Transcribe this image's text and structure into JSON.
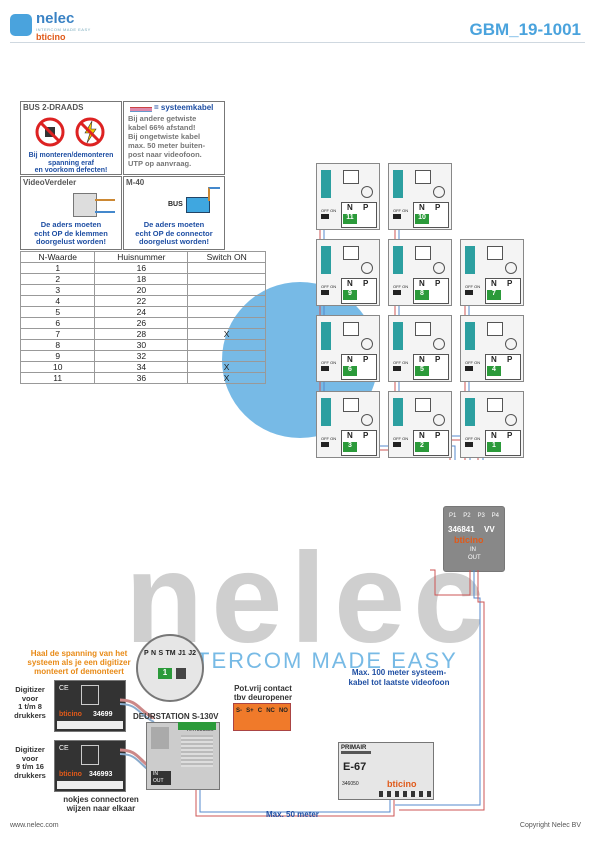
{
  "header": {
    "brand": "nelec",
    "tagline": "INTERCOM MADE EASY",
    "partner": "bticino",
    "doc_id": "GBM_19-1001"
  },
  "info_boxes": {
    "bus": {
      "title": "BUS 2-DRAADS",
      "warning": [
        "Bij monteren/demonteren",
        "spanning eraf",
        "en voorkom defecten!"
      ]
    },
    "system_cable": {
      "legend": "= systeemkabel",
      "lines": [
        "Bij andere getwiste",
        "kabel 66% afstand!",
        "Bij ongetwiste kabel",
        "max. 50 meter buiten-",
        "post naar videofoon.",
        "UTP op aanvraag."
      ]
    },
    "videoverdeler": {
      "title": "VideoVerdeler",
      "note": [
        "De aders moeten",
        "echt OP de klemmen",
        "doorgelust worden!"
      ]
    },
    "m40": {
      "title": "M-40",
      "bus_label": "BUS",
      "note": [
        "De aders moeten",
        "echt OP de connector",
        "doorgelust worden!"
      ]
    }
  },
  "table": {
    "headers": [
      "N-Waarde",
      "Huisnummer",
      "Switch ON"
    ],
    "rows": [
      [
        "1",
        "16",
        ""
      ],
      [
        "2",
        "18",
        ""
      ],
      [
        "3",
        "20",
        ""
      ],
      [
        "4",
        "22",
        ""
      ],
      [
        "5",
        "24",
        ""
      ],
      [
        "6",
        "26",
        ""
      ],
      [
        "7",
        "28",
        "X"
      ],
      [
        "8",
        "30",
        ""
      ],
      [
        "9",
        "32",
        ""
      ],
      [
        "10",
        "34",
        "X"
      ],
      [
        "11",
        "36",
        "X"
      ]
    ]
  },
  "videofoons": {
    "n_label": "N",
    "p_label": "P",
    "off_on": "OFF ON",
    "values": [
      "11",
      "10",
      "9",
      "8",
      "7",
      "6",
      "5",
      "4",
      "3",
      "2",
      "1"
    ]
  },
  "distributor": {
    "ports": [
      "P1",
      "P2",
      "P3",
      "P4"
    ],
    "part": "346841",
    "vv": "VV",
    "brand": "bticino",
    "in": "IN",
    "out": "OUT"
  },
  "watermark": {
    "word": "nelec",
    "tag": "INTERCOM MADE EASY"
  },
  "door_station": {
    "zoom_labels": [
      "P",
      "N",
      "S",
      "TM",
      "J1",
      "J2"
    ],
    "zoom_value": "1",
    "power_note": [
      "Haal de spanning van het",
      "systeem als je een digitizer",
      "monteert of demonteert"
    ],
    "title": "DEURSTATION S-130V",
    "art": "ART351580",
    "digitizer1": {
      "label": [
        "Digitizer",
        "voor",
        "1 t/m 8",
        "drukkers"
      ],
      "part": "34699"
    },
    "digitizer2": {
      "label": [
        "Digitizer",
        "voor",
        "9 t/m 16",
        "drukkers"
      ],
      "part": "346993"
    },
    "notch_note": [
      "nokjes connectoren",
      "wijzen naar elkaar"
    ],
    "in": "IN",
    "out": "OUT"
  },
  "relay": {
    "label": [
      "Pot.vrij contact",
      "tbv deuropener"
    ],
    "terminals": [
      "S-",
      "S+",
      "C",
      "NC",
      "NO"
    ]
  },
  "power_supply": {
    "primair": "PRIMAIR",
    "model": "E-67",
    "part": "346050",
    "brand": "bticino"
  },
  "annotations": {
    "max100": [
      "Max. 100 meter systeem-",
      "kabel tot laatste videofoon"
    ],
    "max50": "Max. 50 meter"
  },
  "footer": {
    "website": "www.nelec.com",
    "copyright": "Copyright Nelec BV"
  }
}
